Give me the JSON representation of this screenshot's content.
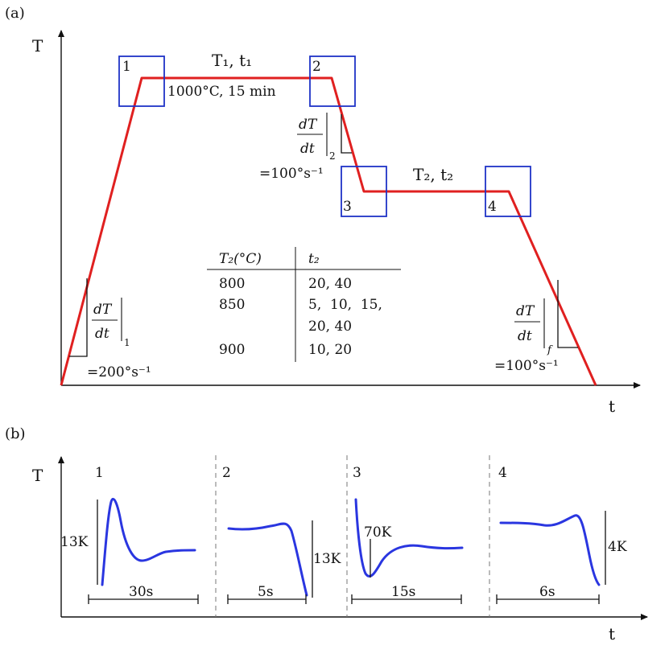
{
  "colors": {
    "profile": "#e02020",
    "box": "#1f33c7",
    "trace": "#2a36e0",
    "ink": "#111111",
    "dash": "#777777"
  },
  "panel_a": {
    "label": "(a)",
    "y_axis": "T",
    "x_axis": "t",
    "points": [
      {
        "n": "1"
      },
      {
        "n": "2"
      },
      {
        "n": "3"
      },
      {
        "n": "4"
      }
    ],
    "hold1": {
      "name": "T₁, t₁",
      "value": "1000°C, 15 min"
    },
    "hold2": {
      "name": "T₂, t₂"
    },
    "rate1": {
      "num": "dT",
      "den": "dt",
      "sub": "1",
      "value": "=200°s⁻¹"
    },
    "rate2": {
      "num": "dT",
      "den": "dt",
      "sub": "2",
      "value": "=100°s⁻¹"
    },
    "ratef": {
      "num": "dT",
      "den": "dt",
      "sub": "f",
      "value": "=100°s⁻¹"
    },
    "table": {
      "headers": [
        "T₂(°C)",
        "t₂"
      ],
      "rows": [
        {
          "t2c": "800",
          "times": "20, 40",
          "times2": ""
        },
        {
          "t2c": "850",
          "times": "5,  10,  15,",
          "times2": "20, 40"
        },
        {
          "t2c": "900",
          "times": "10, 20",
          "times2": ""
        }
      ]
    }
  },
  "panel_b": {
    "label": "(b)",
    "y_axis": "T",
    "x_axis": "t",
    "segments": [
      {
        "n": "1",
        "amp": "13K",
        "dur": "30s"
      },
      {
        "n": "2",
        "amp": "13K",
        "dur": "5s"
      },
      {
        "n": "3",
        "amp": "70K",
        "dur": "15s"
      },
      {
        "n": "4",
        "amp": "4K",
        "dur": "6s"
      }
    ]
  }
}
